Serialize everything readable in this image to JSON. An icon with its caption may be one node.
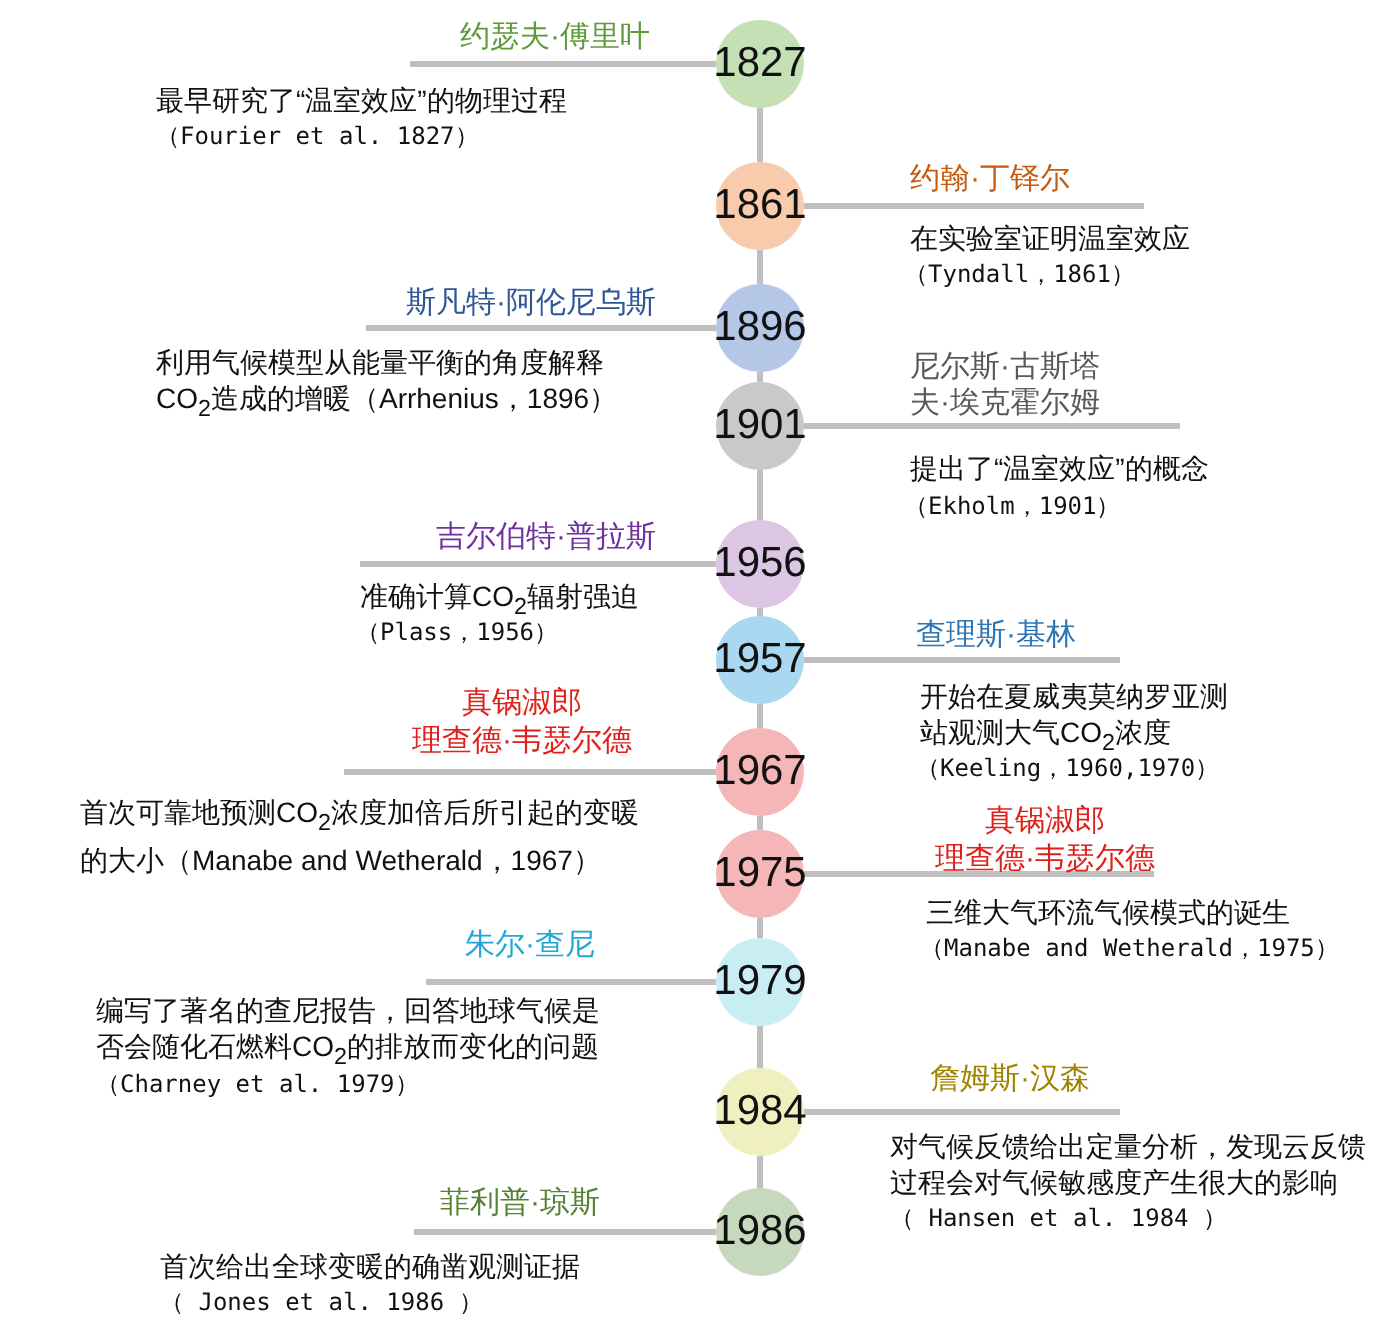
{
  "diagram": {
    "nodes": [
      {
        "text": [
          "1827"
        ],
        "beside": [
          "约瑟夫·傅里叶",
          "最早研究了“温室效应”的物理过程",
          "（Fourier et al. 1827）"
        ]
      },
      {
        "text": [
          "1861"
        ],
        "beside": [
          "约翰·丁铎尔",
          "在实验室证明温室效应",
          "（Tyndall，1861）"
        ]
      },
      {
        "text": [
          "1896"
        ],
        "beside": [
          "斯凡特·阿伦尼乌斯",
          "利用气候模型从能量平衡的角度解释CO$_{2}$造成的增暖（Arrhenius，1896）"
        ]
      },
      {
        "text": [
          "1901"
        ],
        "beside": [
          "尼尔斯·古斯塔夫·埃克霍尔姆",
          "提出了“温室效应”的概念",
          "（Ekholm，1901）"
        ]
      },
      {
        "text": [
          "1956"
        ],
        "beside": [
          "吉尔伯特·普拉斯",
          "准确计算CO$_{2}$辐射强迫",
          "（Plass，1956）"
        ]
      },
      {
        "text": [
          "1957"
        ],
        "beside": [
          "查理斯·基林",
          "开始在夏威夷莫纳罗亚测站观测大气CO$_{2}$浓度",
          "（Keeling，1960,1970）"
        ]
      },
      {
        "text": [
          "1967"
        ],
        "beside": [
          "真锅淑郎",
          "理查德·韦瑟尔德",
          "首次可靠地预测CO$_{2}$浓度加倍后所引起的变暖的大小（Manabe and Wetherald，1967）"
        ]
      },
      {
        "text": [
          "1975"
        ],
        "beside": [
          "真锅淑郎",
          "理查德·韦瑟尔德",
          "三维大气环流气候模式的诞生",
          "（Manabe and Wetherald，1975）"
        ]
      },
      {
        "text": [
          "1979"
        ],
        "beside": [
          "朱尔·查尼",
          "编写了著名的查尼报告，回答地球气候是否会随化石燃料CO$_{2}$的排放而变化的问题",
          "（Charney et al. 1979）"
        ]
      },
      {
        "text": [
          "1984"
        ],
        "beside": [
          "詹姆斯·汉森",
          "对气候反馈给出定量分析，发现云反馈过程会对气候敏感度产生很大的影响",
          "（ Hansen et al. 1984 ）"
        ]
      },
      {
        "text": [
          "1986"
        ],
        "beside": [
          "菲利普·琼斯",
          "首次给出全球变暖的确凿观测证据",
          "（ Jones et al. 1986 ）"
        ]
      }
    ],
    "edges": [
      {
        "from": 0,
        "to": 1,
        "arrow": "none"
      },
      {
        "from": 1,
        "to": 2,
        "arrow": "none"
      },
      {
        "from": 2,
        "to": 3,
        "arrow": "none"
      },
      {
        "from": 3,
        "to": 4,
        "arrow": "none"
      },
      {
        "from": 4,
        "to": 5,
        "arrow": "none"
      },
      {
        "from": 5,
        "to": 6,
        "arrow": "none"
      },
      {
        "from": 6,
        "to": 7,
        "arrow": "none"
      },
      {
        "from": 7,
        "to": 8,
        "arrow": "none"
      },
      {
        "from": 8,
        "to": 9,
        "arrow": "none"
      },
      {
        "from": 9,
        "to": 10,
        "arrow": "none"
      }
    ]
  }
}
